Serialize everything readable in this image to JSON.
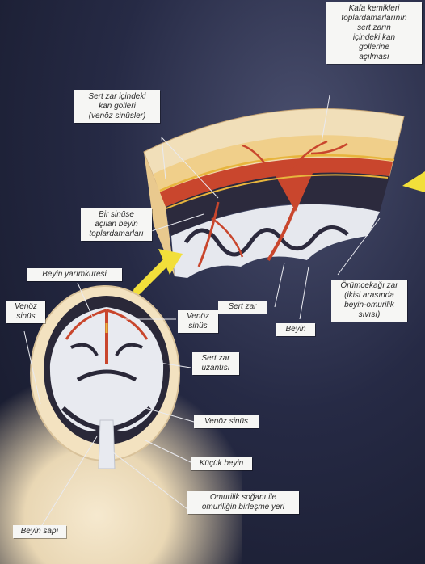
{
  "labels": {
    "kafa_kemikleri": "Kafa kemikleri\ntoplardamarlarının\nsert zarın\niçindeki kan\ngöllerine\naçılması",
    "sert_zar_kan_golleri": "Sert zar içindeki\nkan gölleri\n(venöz sinüsler)",
    "bir_sinuse": "Bir sinüse\naçılan beyin\ntoplardamarları",
    "beyin_yarimkuresi": "Beyin yarımküresi",
    "venoz_sinus_left": "Venöz\nsinüs",
    "venoz_sinus_center": "Venöz\nsinüs",
    "sert_zar_uzantisi": "Sert zar\nuzantısı",
    "venoz_sinus_right": "Venöz sinüs",
    "kucuk_beyin": "Küçük beyin",
    "beyin_sapi": "Beyin sapı",
    "omurilik": "Omurilik soğanı ile\nomuriliğin birleşme yeri",
    "sert_zar": "Sert zar",
    "beyin": "Beyin",
    "orumcek_agi": "Örümcekağı zar\n(ikisi arasında\nbeyin-omurilik\nsıvısı)"
  }
}
